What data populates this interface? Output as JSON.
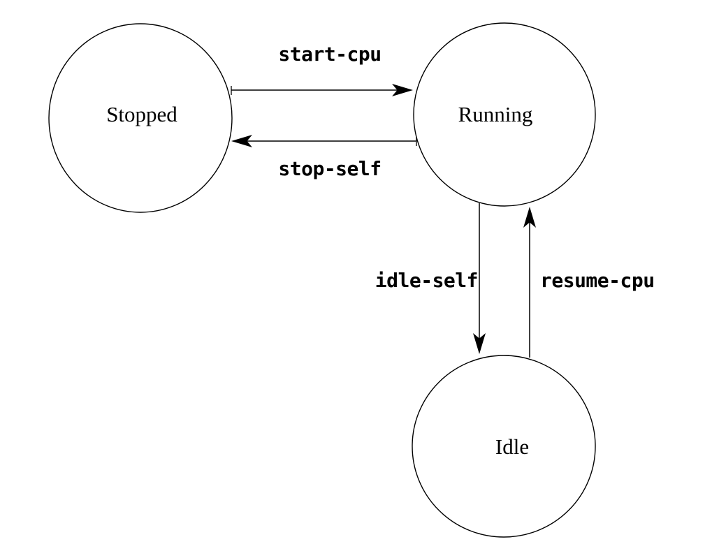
{
  "diagram": {
    "background_color": "#ffffff",
    "ink_color": "#000000",
    "states": [
      {
        "label": "Stopped"
      },
      {
        "label": "Running"
      },
      {
        "label": "Idle"
      }
    ],
    "transitions": [
      {
        "label": "start-cpu",
        "from": "Stopped",
        "to": "Running"
      },
      {
        "label": "stop-self",
        "from": "Running",
        "to": "Stopped"
      },
      {
        "label": "idle-self",
        "from": "Running",
        "to": "Idle"
      },
      {
        "label": "resume-cpu",
        "from": "Idle",
        "to": "Running"
      }
    ]
  }
}
